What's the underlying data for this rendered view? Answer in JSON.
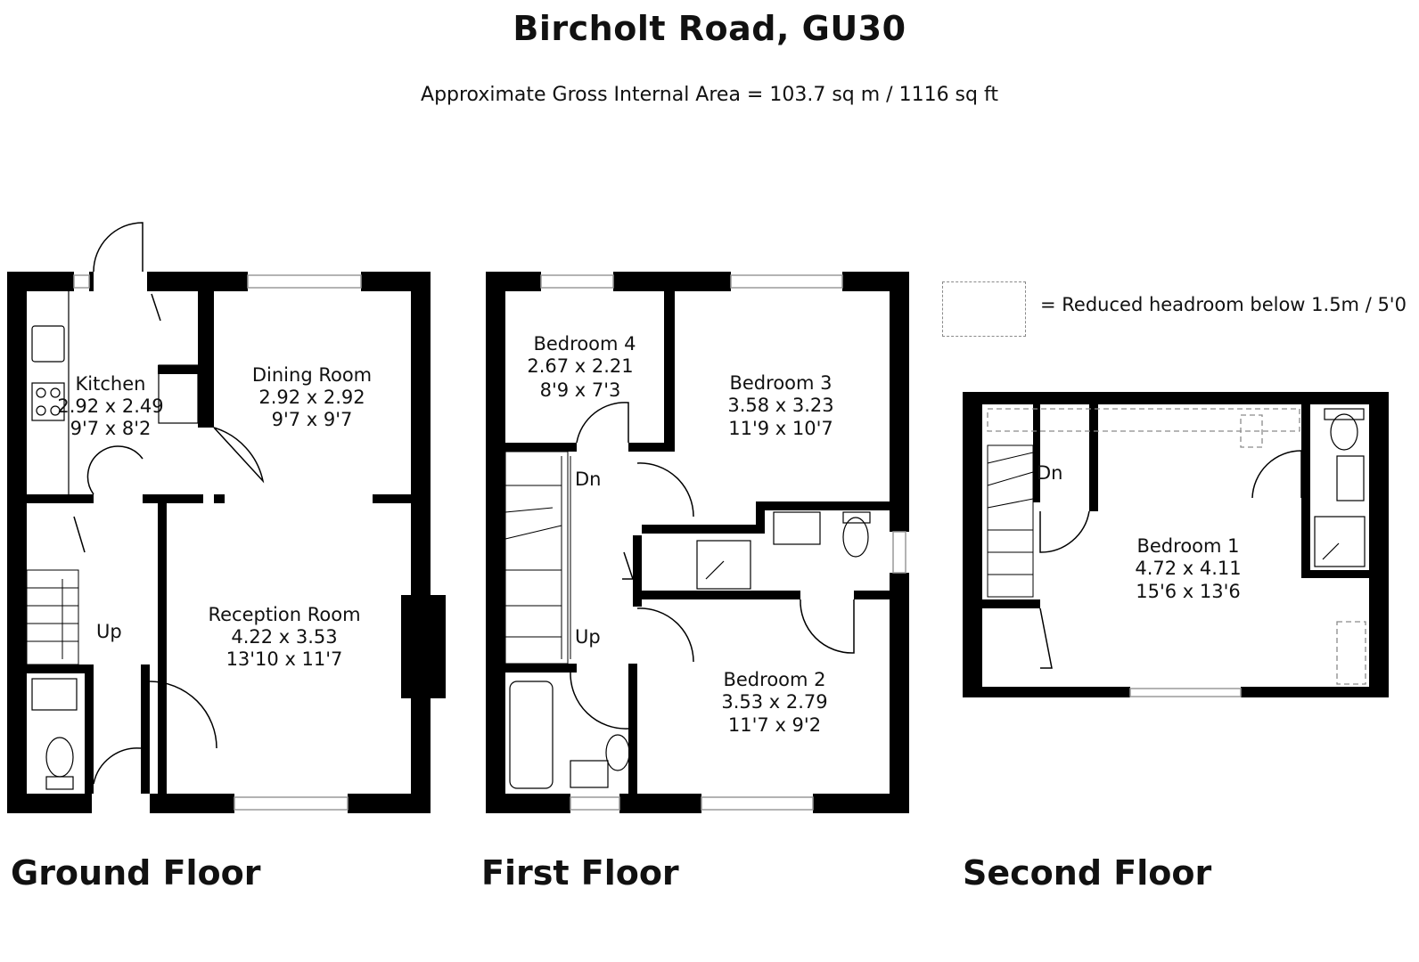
{
  "title": "Bircholt Road, GU30",
  "subtitle": "Approximate Gross Internal Area = 103.7 sq m / 1116 sq ft",
  "legend": {
    "text": "= Reduced headroom below 1.5m / 5'0"
  },
  "floors": {
    "ground": {
      "label": "Ground Floor",
      "kitchen": {
        "name": "Kitchen",
        "metric": "2.92 x 2.49",
        "imperial": "9'7 x 8'2"
      },
      "dining": {
        "name": "Dining Room",
        "metric": "2.92 x 2.92",
        "imperial": "9'7 x 9'7"
      },
      "reception": {
        "name": "Reception Room",
        "metric": "4.22 x 3.53",
        "imperial": "13'10 x 11'7"
      },
      "stairs": "Up"
    },
    "first": {
      "label": "First Floor",
      "bedroom4": {
        "name": "Bedroom 4",
        "metric": "2.67 x 2.21",
        "imperial": "8'9 x 7'3"
      },
      "bedroom3": {
        "name": "Bedroom 3",
        "metric": "3.58 x 3.23",
        "imperial": "11'9 x 10'7"
      },
      "bedroom2": {
        "name": "Bedroom 2",
        "metric": "3.53 x 2.79",
        "imperial": "11'7 x 9'2"
      },
      "stairs_down": "Dn",
      "stairs_up": "Up"
    },
    "second": {
      "label": "Second Floor",
      "bedroom1": {
        "name": "Bedroom 1",
        "metric": "4.72 x 4.11",
        "imperial": "15'6 x 13'6"
      },
      "stairs_down": "Dn"
    }
  },
  "colors": {
    "wall": "#000000",
    "window": "#9a9a9a",
    "dashed": "#8a8a8a"
  }
}
